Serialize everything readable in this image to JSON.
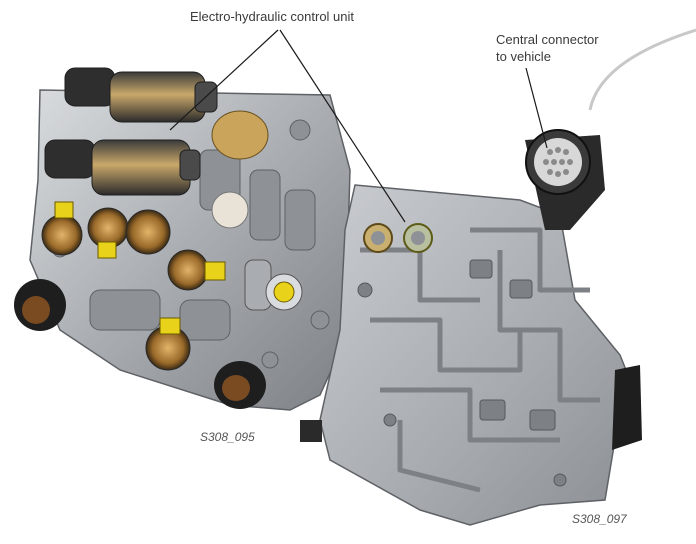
{
  "figure": {
    "callout_unit": "Electro-hydraulic control unit",
    "callout_connector_line1": "Central connector",
    "callout_connector_line2": "to vehicle",
    "code_left": "S308_095",
    "code_right": "S308_097"
  },
  "colors": {
    "background": "#ffffff",
    "metal": "#b9bcbf",
    "metal_dark": "#6f7377",
    "solenoid_yellow": "#e8d21a",
    "brass": "#b88a3a",
    "leader_line": "#1a1a1a",
    "arc_gray": "#c8c8c8"
  }
}
